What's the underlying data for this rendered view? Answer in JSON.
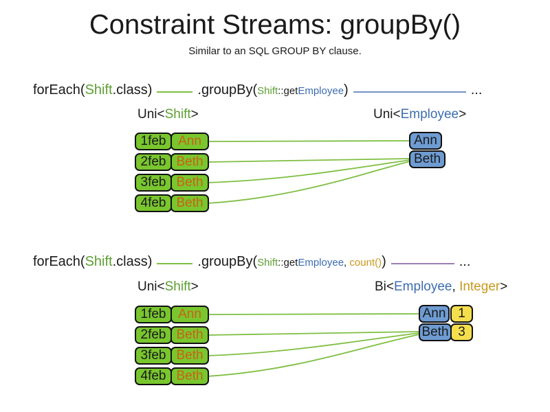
{
  "title": "Constraint Streams: groupBy()",
  "subtitle": "Similar to an SQL GROUP BY clause.",
  "colors": {
    "type_green": "#5C9E31",
    "type_blue": "#3C6CB0",
    "type_gold": "#C9971C",
    "employee_orange": "#C96214",
    "box_green": "#79C62E",
    "box_blue": "#6E9CD2",
    "box_yellow": "#F5DE4D",
    "line_green": "#7EBE41",
    "line_blue": "#7593C4",
    "line_purple": "#9A7FB5"
  },
  "section1": {
    "code": {
      "foreach": "forEach(",
      "shift_type": "Shift",
      "class_suffix": ".class)",
      "groupby": ".groupBy(",
      "arg_type": "Shift",
      "arg_method": "::get",
      "arg_return": "Employee",
      "close_paren": ")",
      "ellipsis": "..."
    },
    "left_label": {
      "prefix": "Uni<",
      "type": "Shift",
      "suffix": ">"
    },
    "right_label": {
      "prefix": "Uni<",
      "type": "Employee",
      "suffix": ">"
    },
    "shifts": [
      {
        "date": "1feb",
        "employee": "Ann"
      },
      {
        "date": "2feb",
        "employee": "Beth"
      },
      {
        "date": "3feb",
        "employee": "Beth"
      },
      {
        "date": "4feb",
        "employee": "Beth"
      }
    ],
    "groups": [
      {
        "employee": "Ann"
      },
      {
        "employee": "Beth"
      }
    ]
  },
  "section2": {
    "code": {
      "foreach": "forEach(",
      "shift_type": "Shift",
      "class_suffix": ".class)",
      "groupby": ".groupBy(",
      "arg_type": "Shift",
      "arg_method": "::get",
      "arg_return": "Employee",
      "comma": ", ",
      "count_call": "count()",
      "close_paren": ")",
      "ellipsis": "..."
    },
    "left_label": {
      "prefix": "Uni<",
      "type": "Shift",
      "suffix": ">"
    },
    "right_label": {
      "prefix": "Bi<",
      "type1": "Employee",
      "separator": ", ",
      "type2": "Integer",
      "suffix": ">"
    },
    "shifts": [
      {
        "date": "1feb",
        "employee": "Ann"
      },
      {
        "date": "2feb",
        "employee": "Beth"
      },
      {
        "date": "3feb",
        "employee": "Beth"
      },
      {
        "date": "4feb",
        "employee": "Beth"
      }
    ],
    "groups": [
      {
        "employee": "Ann",
        "count": "1"
      },
      {
        "employee": "Beth",
        "count": "3"
      }
    ]
  }
}
